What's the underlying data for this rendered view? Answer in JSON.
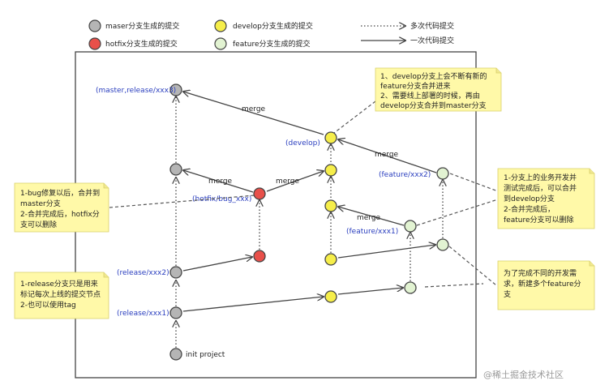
{
  "legend": {
    "master_commit": "maser分支生成的提交",
    "hotfix_commit": "hotfix分支生成的提交",
    "develop_commit": "develop分支生成的提交",
    "feature_commit": "feature分支生成的提交",
    "multi_commit": "多次代码提交",
    "single_commit": "一次代码提交"
  },
  "colors": {
    "master": "#b5b5b5",
    "hotfix": "#e8504a",
    "develop": "#f6ee4a",
    "feature": "#e2f3d2",
    "note_bg": "#fff9a8",
    "label_blue": "#2b3fbf"
  },
  "labels": {
    "master_release_3": "(master,release/xxx3)",
    "develop": "(develop)",
    "hotfix": "(hotfix/bug_xxx)",
    "feature_2": "(feature/xxx2)",
    "feature_1": "(feature/xxx1)",
    "release_2": "(release/xxx2)",
    "release_1": "(release/xxx1)",
    "init": "init project",
    "merge": "merge"
  },
  "notes": {
    "develop_note": [
      "1、develop分支上会不断有新的",
      "feature分支合并进来",
      "2、需要线上部署的时候，再由",
      "develop分支合并到master分支"
    ],
    "hotfix_note": [
      "1-bug修复以后，合并到",
      "master分支",
      "2-合并完成后，hotfix分",
      "支可以删除"
    ],
    "release_note": [
      "1-release分支只是用来",
      "标记每次上线的提交节点",
      "2-也可以使用tag"
    ],
    "feature_merge_note": [
      "1-分支上的业务开发并",
      "测试完成后，可以合并",
      "到develop分支",
      "2-合并完成后，",
      "feature分支可以删除"
    ],
    "feature_create_note": [
      "为了完成不同的开发需",
      "求，新建多个feature分",
      "支"
    ]
  },
  "watermark": "@稀土掘金技术社区"
}
